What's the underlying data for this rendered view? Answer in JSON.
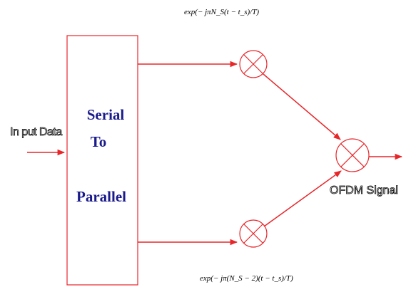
{
  "colors": {
    "line": "#e8262a",
    "block_text": "#1a1a8c",
    "label_text": "#000000"
  },
  "input_label": "In put Data",
  "block": {
    "line1": "Serial",
    "line2": "To",
    "line3": "Parallel"
  },
  "output_label": "OFDM Signal",
  "formula_top": "exp(− jπN_S(t − t_s)/T)",
  "formula_bottom": "exp(− jπ(N_S − 2)(t − t_s)/T)",
  "icons": {
    "multiplier": "circle-x-multiplier-icon",
    "combiner": "circle-x-combiner-icon"
  }
}
